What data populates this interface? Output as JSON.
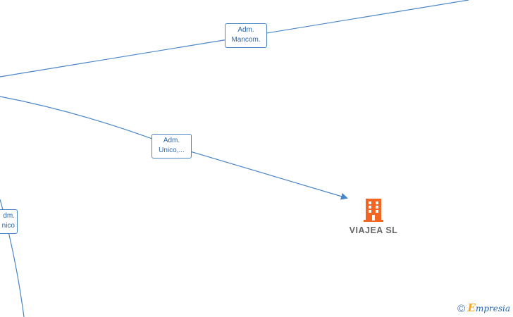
{
  "diagram": {
    "edges": [
      {
        "label_line1": "Adm.",
        "label_line2": "Mancom."
      },
      {
        "label_line1": "Adm.",
        "label_line2": "Unico,..."
      },
      {
        "label_line1": "dm.",
        "label_line2": "nico"
      }
    ],
    "company": {
      "name": "VIAJEA  SL"
    },
    "colors": {
      "edge": "#4a86c8",
      "company_icon": "#f26522",
      "company_text": "#666666"
    }
  },
  "footer": {
    "copyright_symbol": "©",
    "brand_initial": "E",
    "brand_rest": "mpresia"
  }
}
